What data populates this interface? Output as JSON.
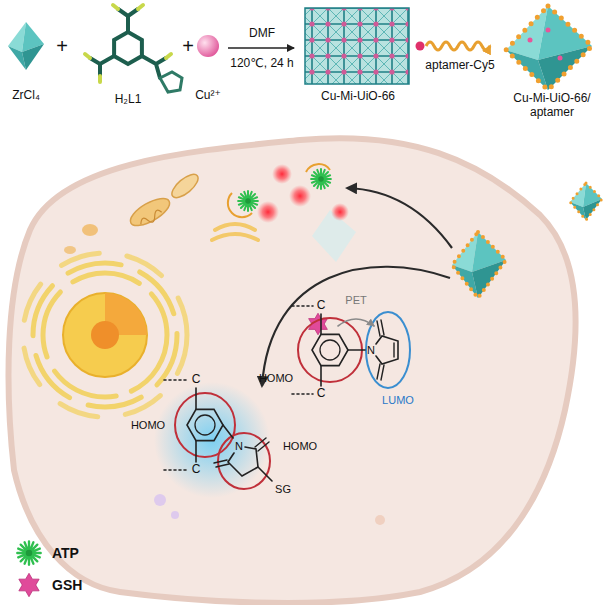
{
  "diagram": {
    "labels": [
      "ZrCl₄",
      "+",
      "H₂L1",
      "+",
      "Cu²⁺",
      "DMF",
      "120℃, 24 h",
      "Cu-Mi-UiO-66",
      "aptamer-Cy5",
      "Cu-Mi-UiO-66/ aptamer",
      "PET",
      "C",
      "N",
      "HOMO",
      "LUMO",
      "C",
      "C",
      "HOMO",
      "N",
      "HOMO",
      "SG",
      "C"
    ],
    "legend": [
      {
        "text": "ATP"
      },
      {
        "text": "GSH"
      }
    ]
  }
}
